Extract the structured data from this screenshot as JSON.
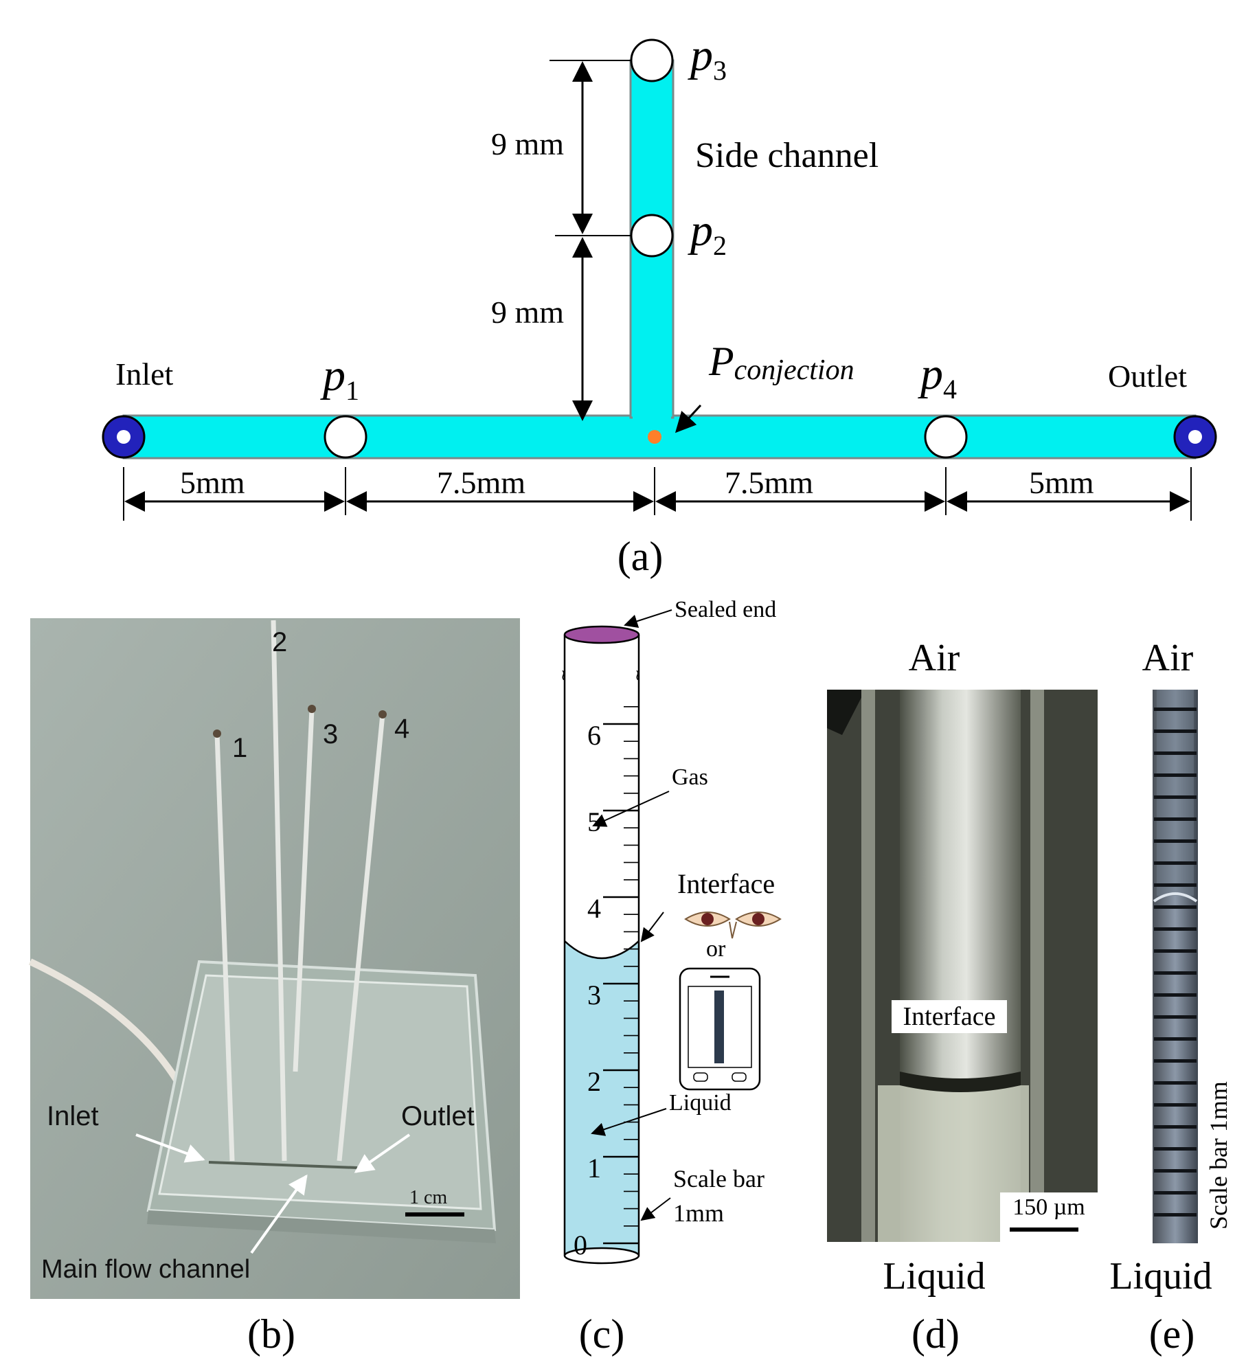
{
  "colors": {
    "channel": "#00f0f0",
    "channel_stroke": "#7a8a8a",
    "port_ring": "#2222bb",
    "junction_dot": "#ff7f2a",
    "liquid": "#aee0ec",
    "sealed_end": "#a050a0",
    "photo_bg": "#9aa8a2",
    "photo_dark": "#3a3d35",
    "tube_bg": "#5a6470"
  },
  "panel_a": {
    "label": "(a)",
    "inlet": "Inlet",
    "outlet": "Outlet",
    "side_channel": "Side channel",
    "p1": "p",
    "p1_sub": "1",
    "p2": "p",
    "p2_sub": "2",
    "p3": "p",
    "p3_sub": "3",
    "p4": "p",
    "p4_sub": "4",
    "pjunction": "P",
    "pjunction_sub": "conjection",
    "dim_side_upper": "9 mm",
    "dim_side_lower": "9 mm",
    "dim_inlet_p1": "5mm",
    "dim_p1_junction": "7.5mm",
    "dim_junction_p4": "7.5mm",
    "dim_p4_outlet": "5mm"
  },
  "panel_b": {
    "label": "(b)",
    "tube1": "1",
    "tube2": "2",
    "tube3": "3",
    "tube4": "4",
    "inlet": "Inlet",
    "outlet": "Outlet",
    "main_channel": "Main flow channel",
    "scale": "1 cm"
  },
  "panel_c": {
    "label": "(c)",
    "sealed_end": "Sealed end",
    "gas": "Gas",
    "interface": "Interface",
    "or": "or",
    "liquid": "Liquid",
    "scale_bar": "Scale bar",
    "scale_unit": "1mm",
    "ticks": [
      "0",
      "1",
      "2",
      "3",
      "4",
      "5",
      "6"
    ]
  },
  "panel_d": {
    "label": "(d)",
    "air": "Air",
    "liquid": "Liquid",
    "interface": "Interface",
    "scale": "150 µm"
  },
  "panel_e": {
    "label": "(e)",
    "air": "Air",
    "liquid": "Liquid",
    "scale": "Scale bar 1mm"
  }
}
